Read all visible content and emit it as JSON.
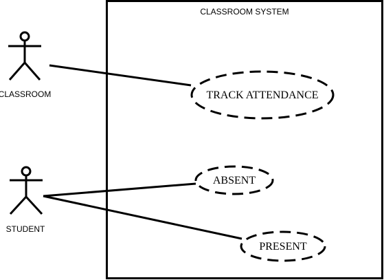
{
  "diagram": {
    "system_title": "CLASSROOM SYSTEM",
    "actors": [
      {
        "label": "CLASSROOM"
      },
      {
        "label": "STUDENT"
      }
    ],
    "use_cases": [
      {
        "label": "TRACK ATTENDANCE"
      },
      {
        "label": "ABSENT"
      },
      {
        "label": "PRESENT"
      }
    ],
    "associations": [
      {
        "actor": "CLASSROOM",
        "use_case": "TRACK ATTENDANCE"
      },
      {
        "actor": "STUDENT",
        "use_case": "ABSENT"
      },
      {
        "actor": "STUDENT",
        "use_case": "PRESENT"
      }
    ]
  }
}
